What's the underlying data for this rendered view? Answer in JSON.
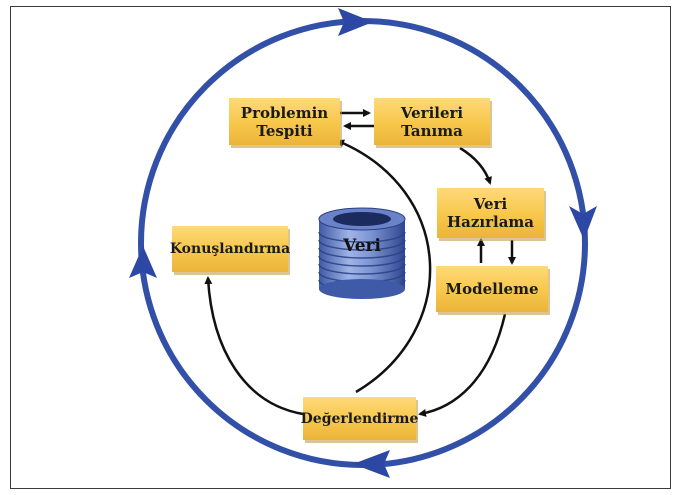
{
  "diagram": {
    "steps": {
      "problemin_tespiti": "Problemin\nTespiti",
      "verileri_tanima": "Verileri\nTanıma",
      "veri_hazirlama": "Veri\nHazırlama",
      "modelleme": "Modelleme",
      "degerlendirme": "Değerlendirme",
      "konuslandirma": "Konuşlandırma"
    },
    "center_label": "Veri"
  },
  "colors": {
    "outer_cycle": "#3350a8",
    "box_fill": "#f7c74a",
    "inner_arrows": "#111111",
    "database": "#6c84c4"
  }
}
